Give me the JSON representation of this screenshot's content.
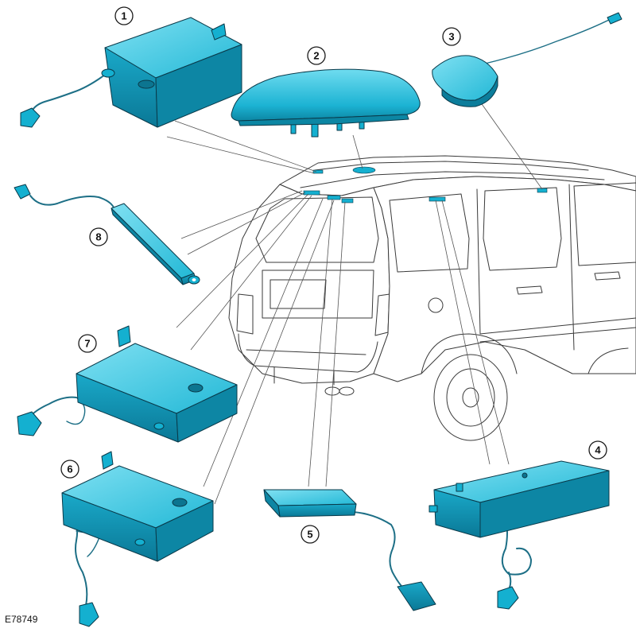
{
  "figure_ref": "E78749",
  "colors": {
    "part_main": "#14b0d0",
    "part_light": "#5fd3ea",
    "part_dark": "#0a6f88",
    "cable": "#1d6f86",
    "line_art": "#3a3a3a",
    "leader": "#555555"
  },
  "callouts": [
    {
      "id": "1",
      "label": "1",
      "part": "module-with-lead"
    },
    {
      "id": "2",
      "label": "2",
      "part": "roof-fin-antenna"
    },
    {
      "id": "3",
      "label": "3",
      "part": "gps-puck-antenna"
    },
    {
      "id": "4",
      "label": "4",
      "part": "long-module-with-connectors"
    },
    {
      "id": "5",
      "label": "5",
      "part": "slim-amplifier-with-plug"
    },
    {
      "id": "6",
      "label": "6",
      "part": "stepped-module-lower"
    },
    {
      "id": "7",
      "label": "7",
      "part": "stepped-module-upper"
    },
    {
      "id": "8",
      "label": "8",
      "part": "bar-antenna-with-lead"
    }
  ]
}
